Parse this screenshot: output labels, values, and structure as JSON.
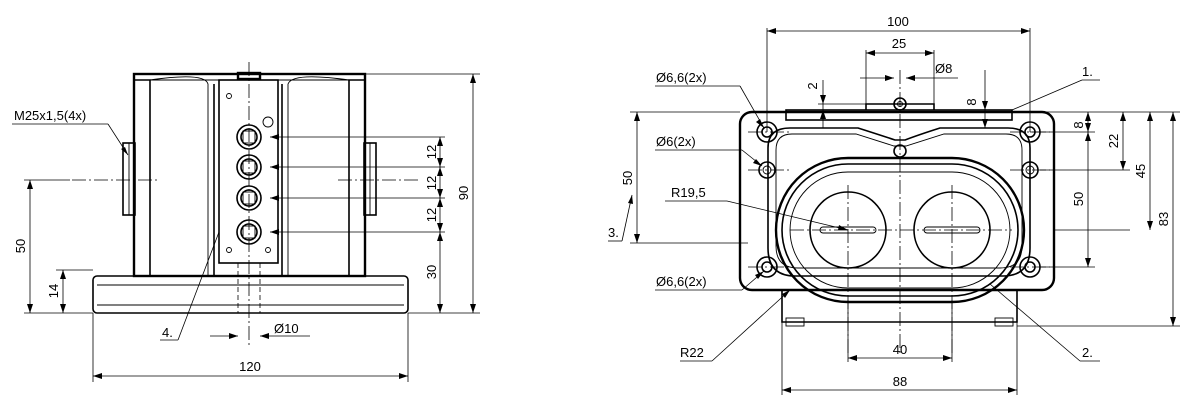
{
  "left_view": {
    "thread_label": "M25x1,5(4x)",
    "dim_50": "50",
    "dim_14": "14",
    "dim_120": "120",
    "dim_12a": "12",
    "dim_12b": "12",
    "dim_12c": "12",
    "dim_30": "30",
    "dim_90": "90",
    "dia_10": "Ø10",
    "callout_4": "4."
  },
  "right_view": {
    "dim_100": "100",
    "dim_25": "25",
    "dia_8": "Ø8",
    "dim_2": "2",
    "dim_8_top": "8",
    "dim_8_side": "8",
    "dim_22": "22",
    "dim_45": "45",
    "dim_50_right": "50",
    "dim_83": "83",
    "dim_50_left": "50",
    "dia_66_top": "Ø6,6(2x)",
    "dia_6": "Ø6(2x)",
    "radius_195": "R19,5",
    "dia_66_bottom": "Ø6,6(2x)",
    "radius_22": "R22",
    "dim_40": "40",
    "dim_88": "88",
    "callout_1": "1.",
    "callout_2": "2.",
    "callout_3": "3."
  }
}
